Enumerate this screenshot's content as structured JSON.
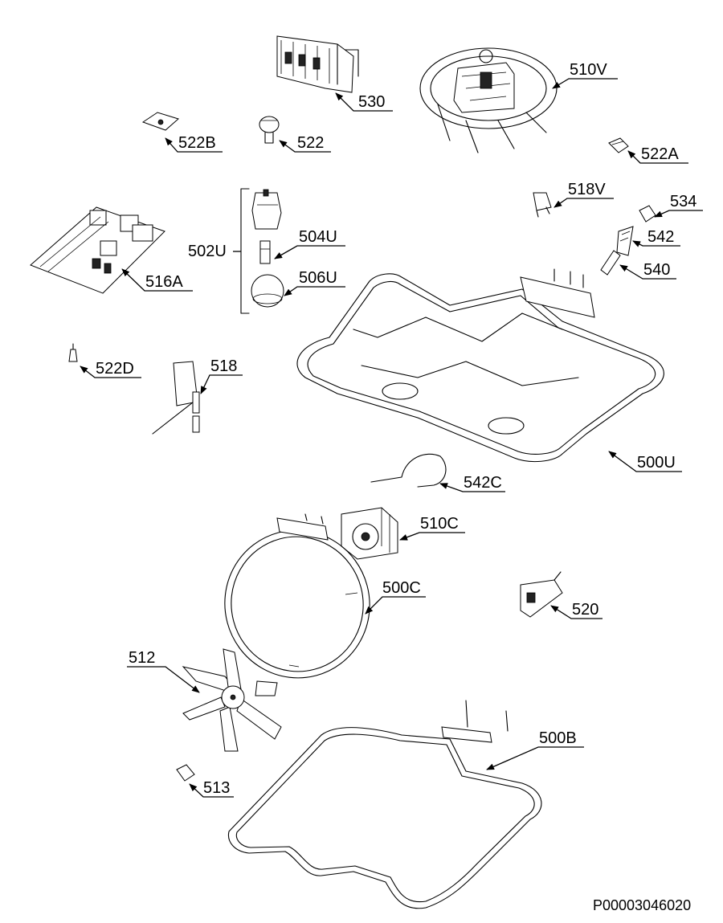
{
  "labels": {
    "p530": "530",
    "p510V": "510V",
    "p522B": "522B",
    "p522": "522",
    "p522A": "522A",
    "p518V": "518V",
    "p534": "534",
    "p502U": "502U",
    "p504U": "504U",
    "p506U": "506U",
    "p542": "542",
    "p540": "540",
    "p516A": "516A",
    "p522D": "522D",
    "p518": "518",
    "p500U": "500U",
    "p542C": "542C",
    "p510C": "510C",
    "p500C": "500C",
    "p520": "520",
    "p512": "512",
    "p500B": "500B",
    "p513": "513"
  },
  "drawing_id": "P00003046020"
}
